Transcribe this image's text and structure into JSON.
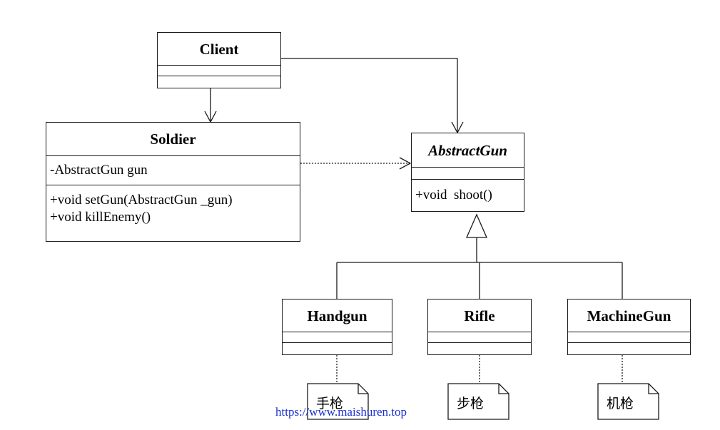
{
  "classes": {
    "client": {
      "name": "Client",
      "attributes": [],
      "methods": []
    },
    "soldier": {
      "name": "Soldier",
      "attributes": [
        "-AbstractGun gun"
      ],
      "methods": [
        "+void setGun(AbstractGun _gun)",
        "+void killEnemy()"
      ]
    },
    "abstract_gun": {
      "name": "AbstractGun",
      "abstract": true,
      "attributes": [],
      "methods": [
        "+void  shoot()"
      ]
    },
    "handgun": {
      "name": "Handgun",
      "attributes": [],
      "methods": []
    },
    "rifle": {
      "name": "Rifle",
      "attributes": [],
      "methods": []
    },
    "machine_gun": {
      "name": "MachineGun",
      "attributes": [],
      "methods": []
    }
  },
  "notes": {
    "handgun": "手枪",
    "rifle": "步枪",
    "machine_gun": "机枪"
  },
  "relationships": [
    {
      "from": "Client",
      "to": "Soldier",
      "type": "association"
    },
    {
      "from": "Client",
      "to": "AbstractGun",
      "type": "association"
    },
    {
      "from": "Soldier",
      "to": "AbstractGun",
      "type": "dependency"
    },
    {
      "from": "Handgun",
      "to": "AbstractGun",
      "type": "generalization"
    },
    {
      "from": "Rifle",
      "to": "AbstractGun",
      "type": "generalization"
    },
    {
      "from": "MachineGun",
      "to": "AbstractGun",
      "type": "generalization"
    }
  ],
  "watermark": "https://www.maishuren.top",
  "colors": {
    "line": "#1a1a1a",
    "watermark": "#1a2fd0"
  }
}
